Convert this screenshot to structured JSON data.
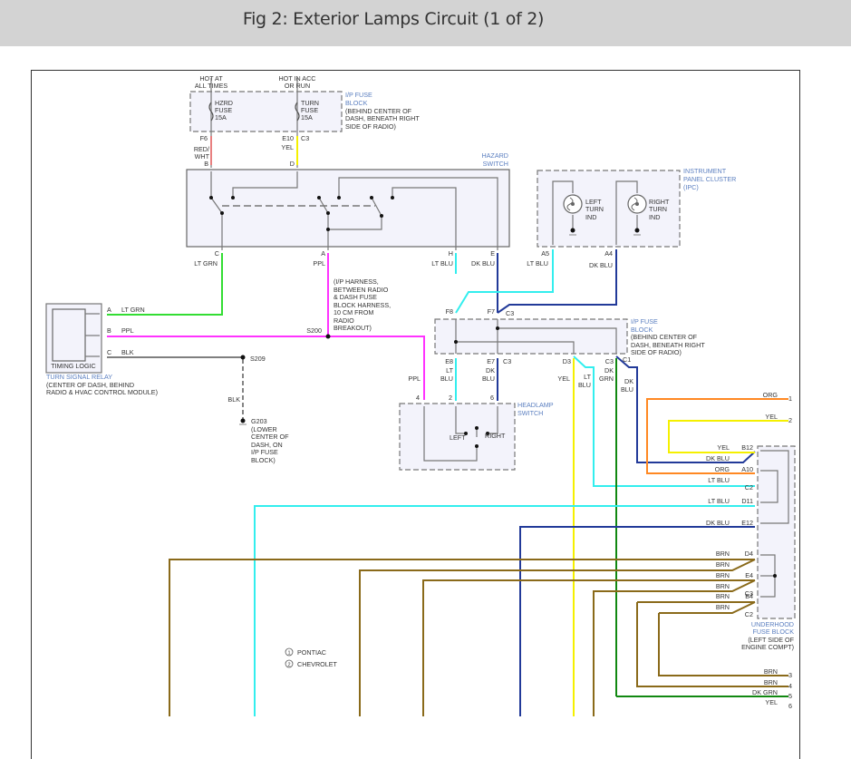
{
  "header": {
    "title": "Fig 2: Exterior Lamps Circuit (1 of 2)"
  },
  "colors": {
    "red_wht": "#e88080",
    "yel": "#f5f000",
    "lt_grn": "#33dd33",
    "ppl": "#ff33ff",
    "lt_blu": "#33eeee",
    "dk_blu": "#223a99",
    "blk": "#555555",
    "org": "#ff8822",
    "brn": "#8a6a1a",
    "dk_grn": "#118811",
    "label_blue": "#5b7fc0",
    "component_fill": "#f3f3fb"
  },
  "power": {
    "hot_always": [
      "HOT AT",
      "ALL TIMES"
    ],
    "hot_acc": [
      "HOT IN ACC",
      "OR RUN"
    ]
  },
  "ip_fuse_block_top": {
    "name": [
      "I/P FUSE",
      "BLOCK"
    ],
    "location": [
      "(BEHIND CENTER OF",
      "DASH, BENEATH RIGHT",
      "SIDE OF RADIO)"
    ],
    "fuse1": [
      "HZRD",
      "FUSE",
      "15A"
    ],
    "fuse2": [
      "TURN",
      "FUSE",
      "15A"
    ],
    "pin_f6": "F6",
    "pin_e10": "E10",
    "conn_c3": "C3"
  },
  "wires_top": {
    "red_wht": [
      "RED/",
      "WHT"
    ],
    "yel": "YEL"
  },
  "hazard_switch": {
    "name": [
      "HAZARD",
      "SWITCH"
    ],
    "pins": {
      "b": "B",
      "d": "D",
      "c": "C",
      "a": "A",
      "h": "H",
      "e": "E"
    },
    "wire_c": "LT GRN",
    "wire_a": "PPL",
    "wire_h": "LT BLU",
    "wire_e": "DK BLU"
  },
  "ipc": {
    "name": [
      "INSTRUMENT",
      "PANEL CLUSTER",
      "(IPC)"
    ],
    "left_ind": [
      "LEFT",
      "TURN",
      "IND"
    ],
    "right_ind": [
      "RIGHT",
      "TURN",
      "IND"
    ],
    "pin_a5": "A5",
    "pin_a4": "A4",
    "wire_a5": "LT BLU",
    "wire_a4": "DK BLU"
  },
  "turn_signal_relay": {
    "inner": "TIMING LOGIC",
    "name": "TURN SIGNAL RELAY",
    "location": [
      "(CENTER OF DASH, BEHIND",
      "RADIO & HVAC CONTROL MODULE)"
    ],
    "pins": {
      "a": "A",
      "b": "B",
      "c": "C"
    },
    "wire_a": "LT GRN",
    "wire_b": "PPL",
    "wire_c": "BLK"
  },
  "splices": {
    "s200": "S200",
    "s200_note": [
      "(I/P HARNESS,",
      "BETWEEN RADIO",
      "& DASH FUSE",
      "BLOCK HARNESS,",
      "10 CM FROM",
      "RADIO",
      "BREAKOUT)"
    ],
    "s209": "S209",
    "blk": "BLK",
    "g203": "G203",
    "g203_note": [
      "(LOWER",
      "CENTER OF",
      "DASH, ON",
      "I/P FUSE",
      "BLOCK)"
    ]
  },
  "ip_fuse_block_mid": {
    "name": [
      "I/P FUSE",
      "BLOCK"
    ],
    "location": [
      "(BEHIND CENTER OF",
      "DASH, BENEATH RIGHT",
      "SIDE OF RADIO)"
    ],
    "pin_f8": "F8",
    "pin_f7": "F7",
    "conn_c3_top": "C3",
    "pin_e8": "E8",
    "pin_e7": "E7",
    "conn_c3_bot": "C3",
    "pin_d3": "D3",
    "pin_c3": "C3",
    "conn_c1": "C1",
    "wire_e8": [
      "LT",
      "BLU"
    ],
    "wire_e7": [
      "DK",
      "BLU"
    ],
    "wire_d3": "YEL",
    "wire_d3b": [
      "LT",
      "BLU"
    ],
    "wire_c3": [
      "DK",
      "GRN"
    ],
    "wire_c1": [
      "DK",
      "BLU"
    ]
  },
  "headlamp_switch": {
    "name": [
      "HEADLAMP",
      "SWITCH"
    ],
    "pins": {
      "p4": "4",
      "p2": "2",
      "p6": "6"
    },
    "wire_p4": "PPL",
    "left": "LEFT",
    "right": "RIGHT"
  },
  "underhood_fuse_block": {
    "name": [
      "UNDERHOOD",
      "FUSE BLOCK"
    ],
    "location": [
      "(LEFT SIDE OF",
      "ENGINE COMPT)"
    ],
    "rows": [
      {
        "wire": "YEL",
        "pin": "B12"
      },
      {
        "wire": "DK BLU",
        "pin": ""
      },
      {
        "wire": "ORG",
        "pin": "A10"
      },
      {
        "wire": "LT BLU",
        "pin": "C2"
      },
      {
        "wire": "LT BLU",
        "pin": "D11"
      },
      {
        "wire": "DK BLU",
        "pin": "E12"
      },
      {
        "wire": "BRN",
        "pin": "D4"
      },
      {
        "wire": "BRN",
        "pin": ""
      },
      {
        "wire": "BRN",
        "pin": "E4"
      },
      {
        "wire": "BRN",
        "pin": "C3"
      },
      {
        "wire": "BRN",
        "pin": "B4"
      },
      {
        "wire": "BRN",
        "pin": "C2"
      }
    ]
  },
  "offpage": [
    {
      "wire": "ORG",
      "num": "1"
    },
    {
      "wire": "YEL",
      "num": "2"
    },
    {
      "wire": "BRN",
      "num": "3"
    },
    {
      "wire": "BRN",
      "num": "4"
    },
    {
      "wire": "DK GRN",
      "num": "5"
    },
    {
      "wire": "YEL",
      "num": "6"
    }
  ],
  "legend": [
    {
      "num": "1",
      "label": "PONTIAC"
    },
    {
      "num": "2",
      "label": "CHEVROLET"
    }
  ]
}
